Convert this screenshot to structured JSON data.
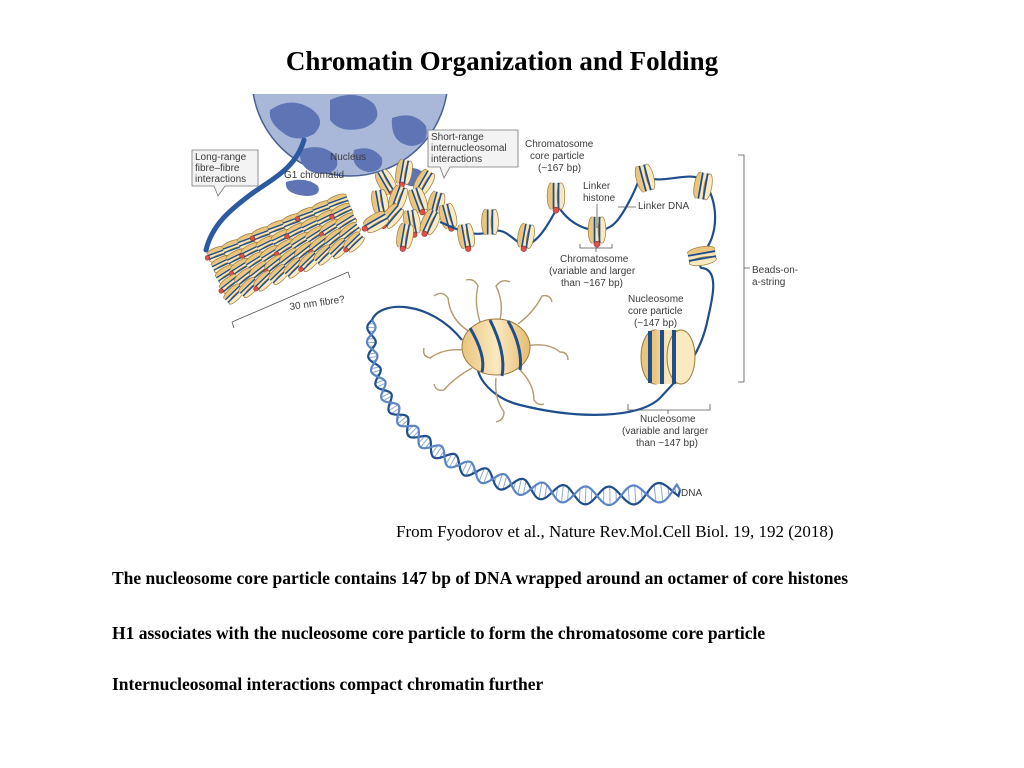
{
  "slide": {
    "title": "Chromatin Organization and Folding",
    "citation": "From Fyodorov et al., Nature Rev.Mol.Cell Biol. 19, 192 (2018)",
    "bullets": [
      "The nucleosome core particle contains 147 bp of DNA wrapped around an octamer of core histones",
      "H1 associates with the nucleosome core particle to form the chromatosome core particle",
      "Internucleosomal interactions compact chromatin further"
    ]
  },
  "figure": {
    "labels": {
      "nucleus": "Nucleus",
      "g1_chromatid": "G1 chromatid",
      "long_range": [
        "Long-range",
        "fibre–fibre",
        "interactions"
      ],
      "short_range": [
        "Short-range",
        "internucleosomal",
        "interactions"
      ],
      "chromatosome_core": [
        "Chromatosome",
        "core particle",
        "(~167 bp)"
      ],
      "linker_histone": [
        "Linker",
        "histone"
      ],
      "linker_dna": "Linker DNA",
      "chromatosome": [
        "Chromatosome",
        "(variable and larger",
        "than ~167 bp)"
      ],
      "beads": [
        "Beads-on-",
        "a-string"
      ],
      "fibre_30nm": "30 nm fibre?",
      "nucleosome_core": [
        "Nucleosome",
        "core particle",
        "(~147 bp)"
      ],
      "nucleosome": [
        "Nucleosome",
        "(variable and larger",
        "than ~147 bp)"
      ],
      "dna": "DNA"
    },
    "colors": {
      "dna": "#1f4e8c",
      "histone": "#f6dfa8",
      "histone_edge": "#9c7a3a",
      "linker_histone": "#d9534a",
      "nucleus": "#a9b8d9",
      "nucleus_blob": "#5e74b5"
    }
  }
}
